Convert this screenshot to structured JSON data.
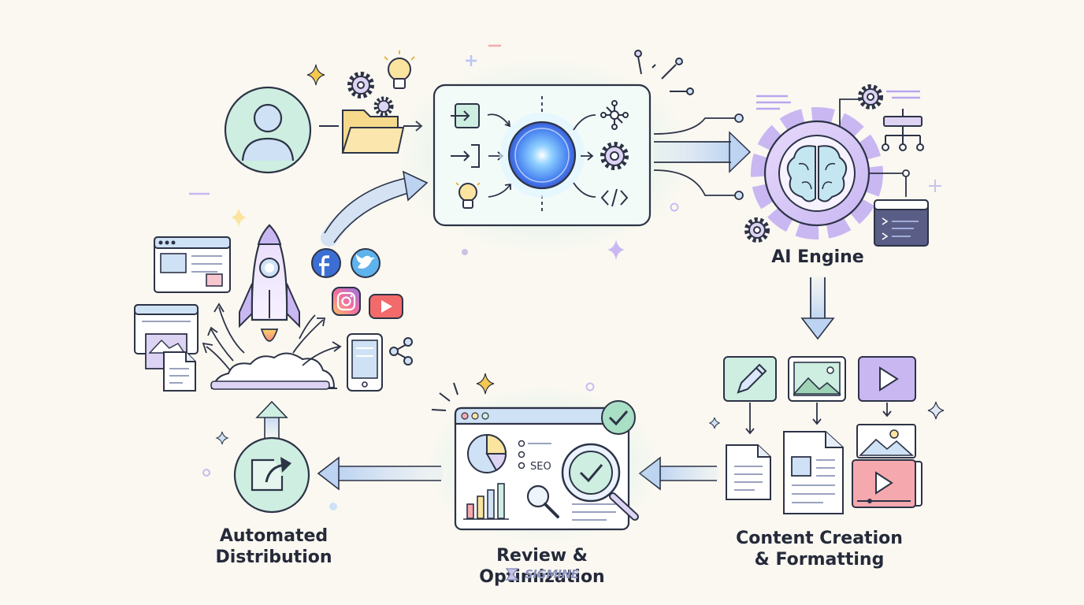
{
  "stages": {
    "ai_engine": {
      "label": "AI Engine"
    },
    "content_creation": {
      "line1": "Content Creation",
      "line2": "& Formatting"
    },
    "review": {
      "label": "Review & Optimization"
    },
    "distribution": {
      "line1": "Automated",
      "line2": "Distribution"
    }
  },
  "seo_tag": "SEO",
  "brand": {
    "name": "SIGMINE"
  },
  "icons": {
    "user": "user-icon",
    "folder": "folder-icon",
    "bulb": "lightbulb-icon",
    "gear": "gear-icon",
    "hub": "ai-hub-icon",
    "brain": "brain-gear-icon",
    "code": "code-icon",
    "pen": "pen-icon",
    "image": "image-icon",
    "video": "play-video-icon",
    "document": "document-icon",
    "analytics": "analytics-dashboard-icon",
    "magnifier": "magnifier-check-icon",
    "rocket": "rocket-icon",
    "facebook": "facebook-icon",
    "twitter": "twitter-icon",
    "instagram": "instagram-icon",
    "youtube": "youtube-icon",
    "phone": "smartphone-icon",
    "share": "share-icon",
    "export": "export-icon"
  },
  "colors": {
    "background": "#faf8f1",
    "ink": "#2d3346",
    "mint": "#cdeee0",
    "blue": "#cfe1f5",
    "lavender": "#ddd3f3",
    "yellow": "#fbe3a0",
    "pink": "#f7c7cf",
    "glow": "#5aa4ff"
  }
}
